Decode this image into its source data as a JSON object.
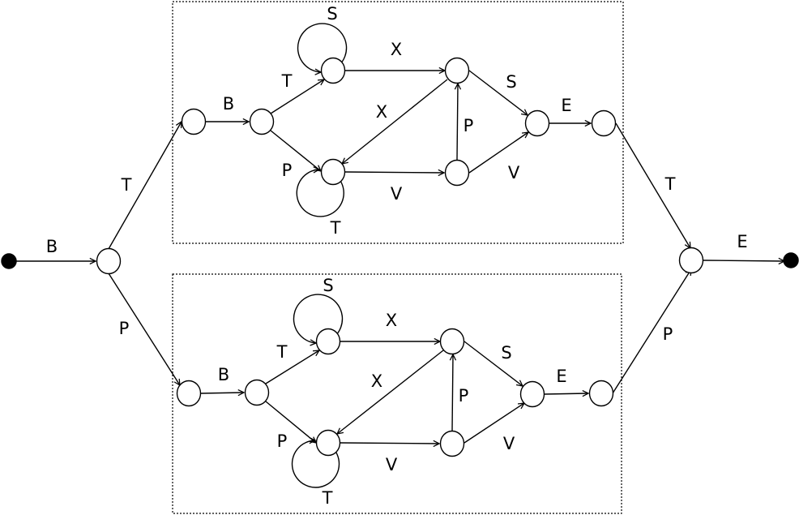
{
  "outer": {
    "start_label": "B",
    "branch_top_label": "T",
    "branch_bottom_label": "P",
    "merge_top_label": "T",
    "merge_bottom_label": "P",
    "end_label": "E"
  },
  "top_module": {
    "in_label": "B",
    "t_label": "T",
    "p_label": "P",
    "self_loop_top": "S",
    "self_loop_bottom": "T",
    "x_top": "X",
    "x_diag": "X",
    "v_mid": "V",
    "s_right": "S",
    "p_right": "P",
    "v_right": "V",
    "e_label": "E"
  },
  "bottom_module": {
    "in_label": "B",
    "t_label": "T",
    "p_label": "P",
    "self_loop_top": "S",
    "self_loop_bottom": "T",
    "x_top": "X",
    "x_diag": "X",
    "v_mid": "V",
    "s_right": "S",
    "p_right": "P",
    "v_right": "V",
    "e_label": "E"
  }
}
